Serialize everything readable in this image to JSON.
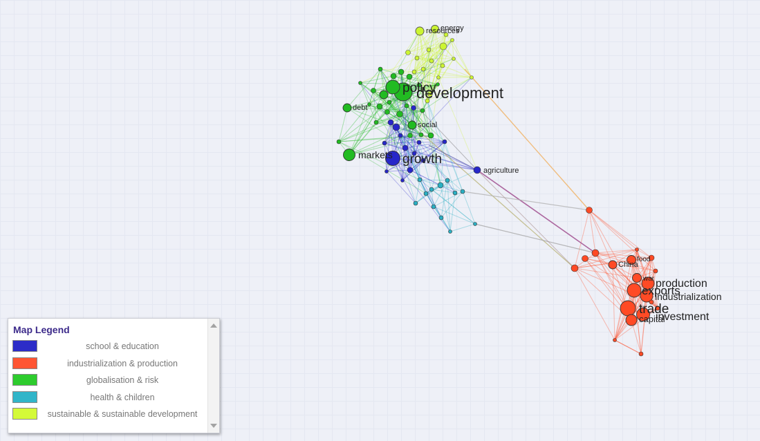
{
  "colors": {
    "school_education": "#2727c9",
    "industrialization_production": "#ff4a25",
    "globalisation_risk": "#22bb22",
    "health_children": "#2ab0c4",
    "sustainable_development": "#ccf531"
  },
  "legend": {
    "title": "Map Legend",
    "items": [
      {
        "label": "school & education",
        "color": "#2c2cc8"
      },
      {
        "label": "industrialization & production",
        "color": "#ff5533"
      },
      {
        "label": "globalisation & risk",
        "color": "#2ecc2e"
      },
      {
        "label": "health & children",
        "color": "#31b5c9"
      },
      {
        "label": "sustainable & sustainable development",
        "color": "#d4fa38"
      }
    ]
  },
  "network": {
    "labels": {
      "development": "development",
      "policy": "policy",
      "growth": "growth",
      "markets": "markets",
      "debt": "debt",
      "social": "social",
      "agriculture": "agriculture",
      "energy": "energy",
      "resources": "resources",
      "production": "production",
      "exports": "exports",
      "industrialization": "industrialization",
      "trade": "trade",
      "investment": "investment",
      "capital": "capital",
      "china": "China",
      "food": "food",
      "war": "war"
    }
  }
}
